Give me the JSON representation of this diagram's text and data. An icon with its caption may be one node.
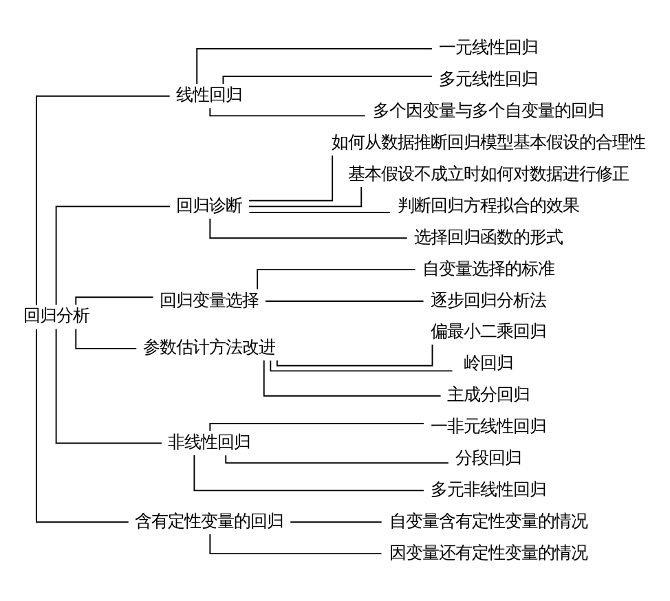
{
  "diagram": {
    "nodes": [
      {
        "text": [
          "回归分析"
        ]
      },
      {
        "text": [
          "线性回归"
        ]
      },
      {
        "text": [
          "一元线性回归"
        ]
      },
      {
        "text": [
          "多元线性回归"
        ]
      },
      {
        "text": [
          "多个因变量与多个自变量的回归"
        ]
      },
      {
        "text": [
          "回归诊断"
        ]
      },
      {
        "text": [
          "如何从数据推断回归模型基本假设的合理性"
        ]
      },
      {
        "text": [
          "基本假设不成立时如何对数据进行修正"
        ]
      },
      {
        "text": [
          "判断回归方程拟合的效果"
        ]
      },
      {
        "text": [
          "选择回归函数的形式"
        ]
      },
      {
        "text": [
          "回归变量选择"
        ]
      },
      {
        "text": [
          "自变量选择的标准"
        ]
      },
      {
        "text": [
          "逐步回归分析法"
        ]
      },
      {
        "text": [
          "参数估计方法改进"
        ]
      },
      {
        "text": [
          "偏最小二乘回归"
        ]
      },
      {
        "text": [
          "岭回归"
        ]
      },
      {
        "text": [
          "主成分回归"
        ]
      },
      {
        "text": [
          "非线性回归"
        ]
      },
      {
        "text": [
          "一非元线性回归"
        ]
      },
      {
        "text": [
          "分段回归"
        ]
      },
      {
        "text": [
          "多元非线性回归"
        ]
      },
      {
        "text": [
          "含有定性变量的回归"
        ]
      },
      {
        "text": [
          "自变量含有定性变量的情况"
        ]
      },
      {
        "text": [
          "因变量还有定性变量的情况"
        ]
      }
    ],
    "edges": [
      {
        "from": 0,
        "to": 1,
        "arrow": "none"
      },
      {
        "from": 1,
        "to": 2,
        "arrow": "none"
      },
      {
        "from": 1,
        "to": 3,
        "arrow": "none"
      },
      {
        "from": 1,
        "to": 4,
        "arrow": "none"
      },
      {
        "from": 0,
        "to": 5,
        "arrow": "none"
      },
      {
        "from": 5,
        "to": 6,
        "arrow": "none"
      },
      {
        "from": 5,
        "to": 7,
        "arrow": "none"
      },
      {
        "from": 5,
        "to": 8,
        "arrow": "none"
      },
      {
        "from": 5,
        "to": 9,
        "arrow": "none"
      },
      {
        "from": 0,
        "to": 10,
        "arrow": "none"
      },
      {
        "from": 10,
        "to": 11,
        "arrow": "none"
      },
      {
        "from": 10,
        "to": 12,
        "arrow": "none"
      },
      {
        "from": 0,
        "to": 13,
        "arrow": "none"
      },
      {
        "from": 13,
        "to": 14,
        "arrow": "none"
      },
      {
        "from": 13,
        "to": 15,
        "arrow": "none"
      },
      {
        "from": 13,
        "to": 16,
        "arrow": "none"
      },
      {
        "from": 0,
        "to": 17,
        "arrow": "none"
      },
      {
        "from": 17,
        "to": 18,
        "arrow": "none"
      },
      {
        "from": 17,
        "to": 19,
        "arrow": "none"
      },
      {
        "from": 17,
        "to": 20,
        "arrow": "none"
      },
      {
        "from": 0,
        "to": 21,
        "arrow": "none"
      },
      {
        "from": 21,
        "to": 22,
        "arrow": "none"
      },
      {
        "from": 21,
        "to": 23,
        "arrow": "none"
      }
    ]
  }
}
